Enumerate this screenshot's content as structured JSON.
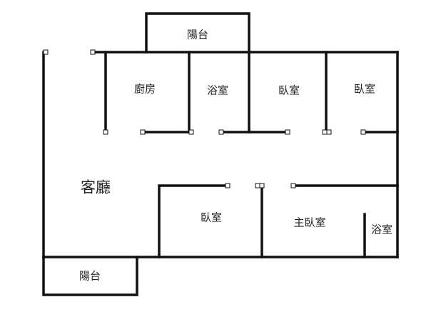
{
  "floor_plan": {
    "rooms": {
      "balcony_top": "陽台",
      "kitchen": "廚房",
      "bathroom_top": "浴室",
      "bedroom_top_1": "臥室",
      "bedroom_top_2": "臥室",
      "living_room": "客廳",
      "bedroom_bottom": "臥室",
      "master_bedroom": "主臥室",
      "bathroom_master": "浴室",
      "balcony_bottom": "陽台"
    },
    "colors": {
      "wall": "#111111",
      "background": "#ffffff",
      "text": "#222222"
    }
  }
}
